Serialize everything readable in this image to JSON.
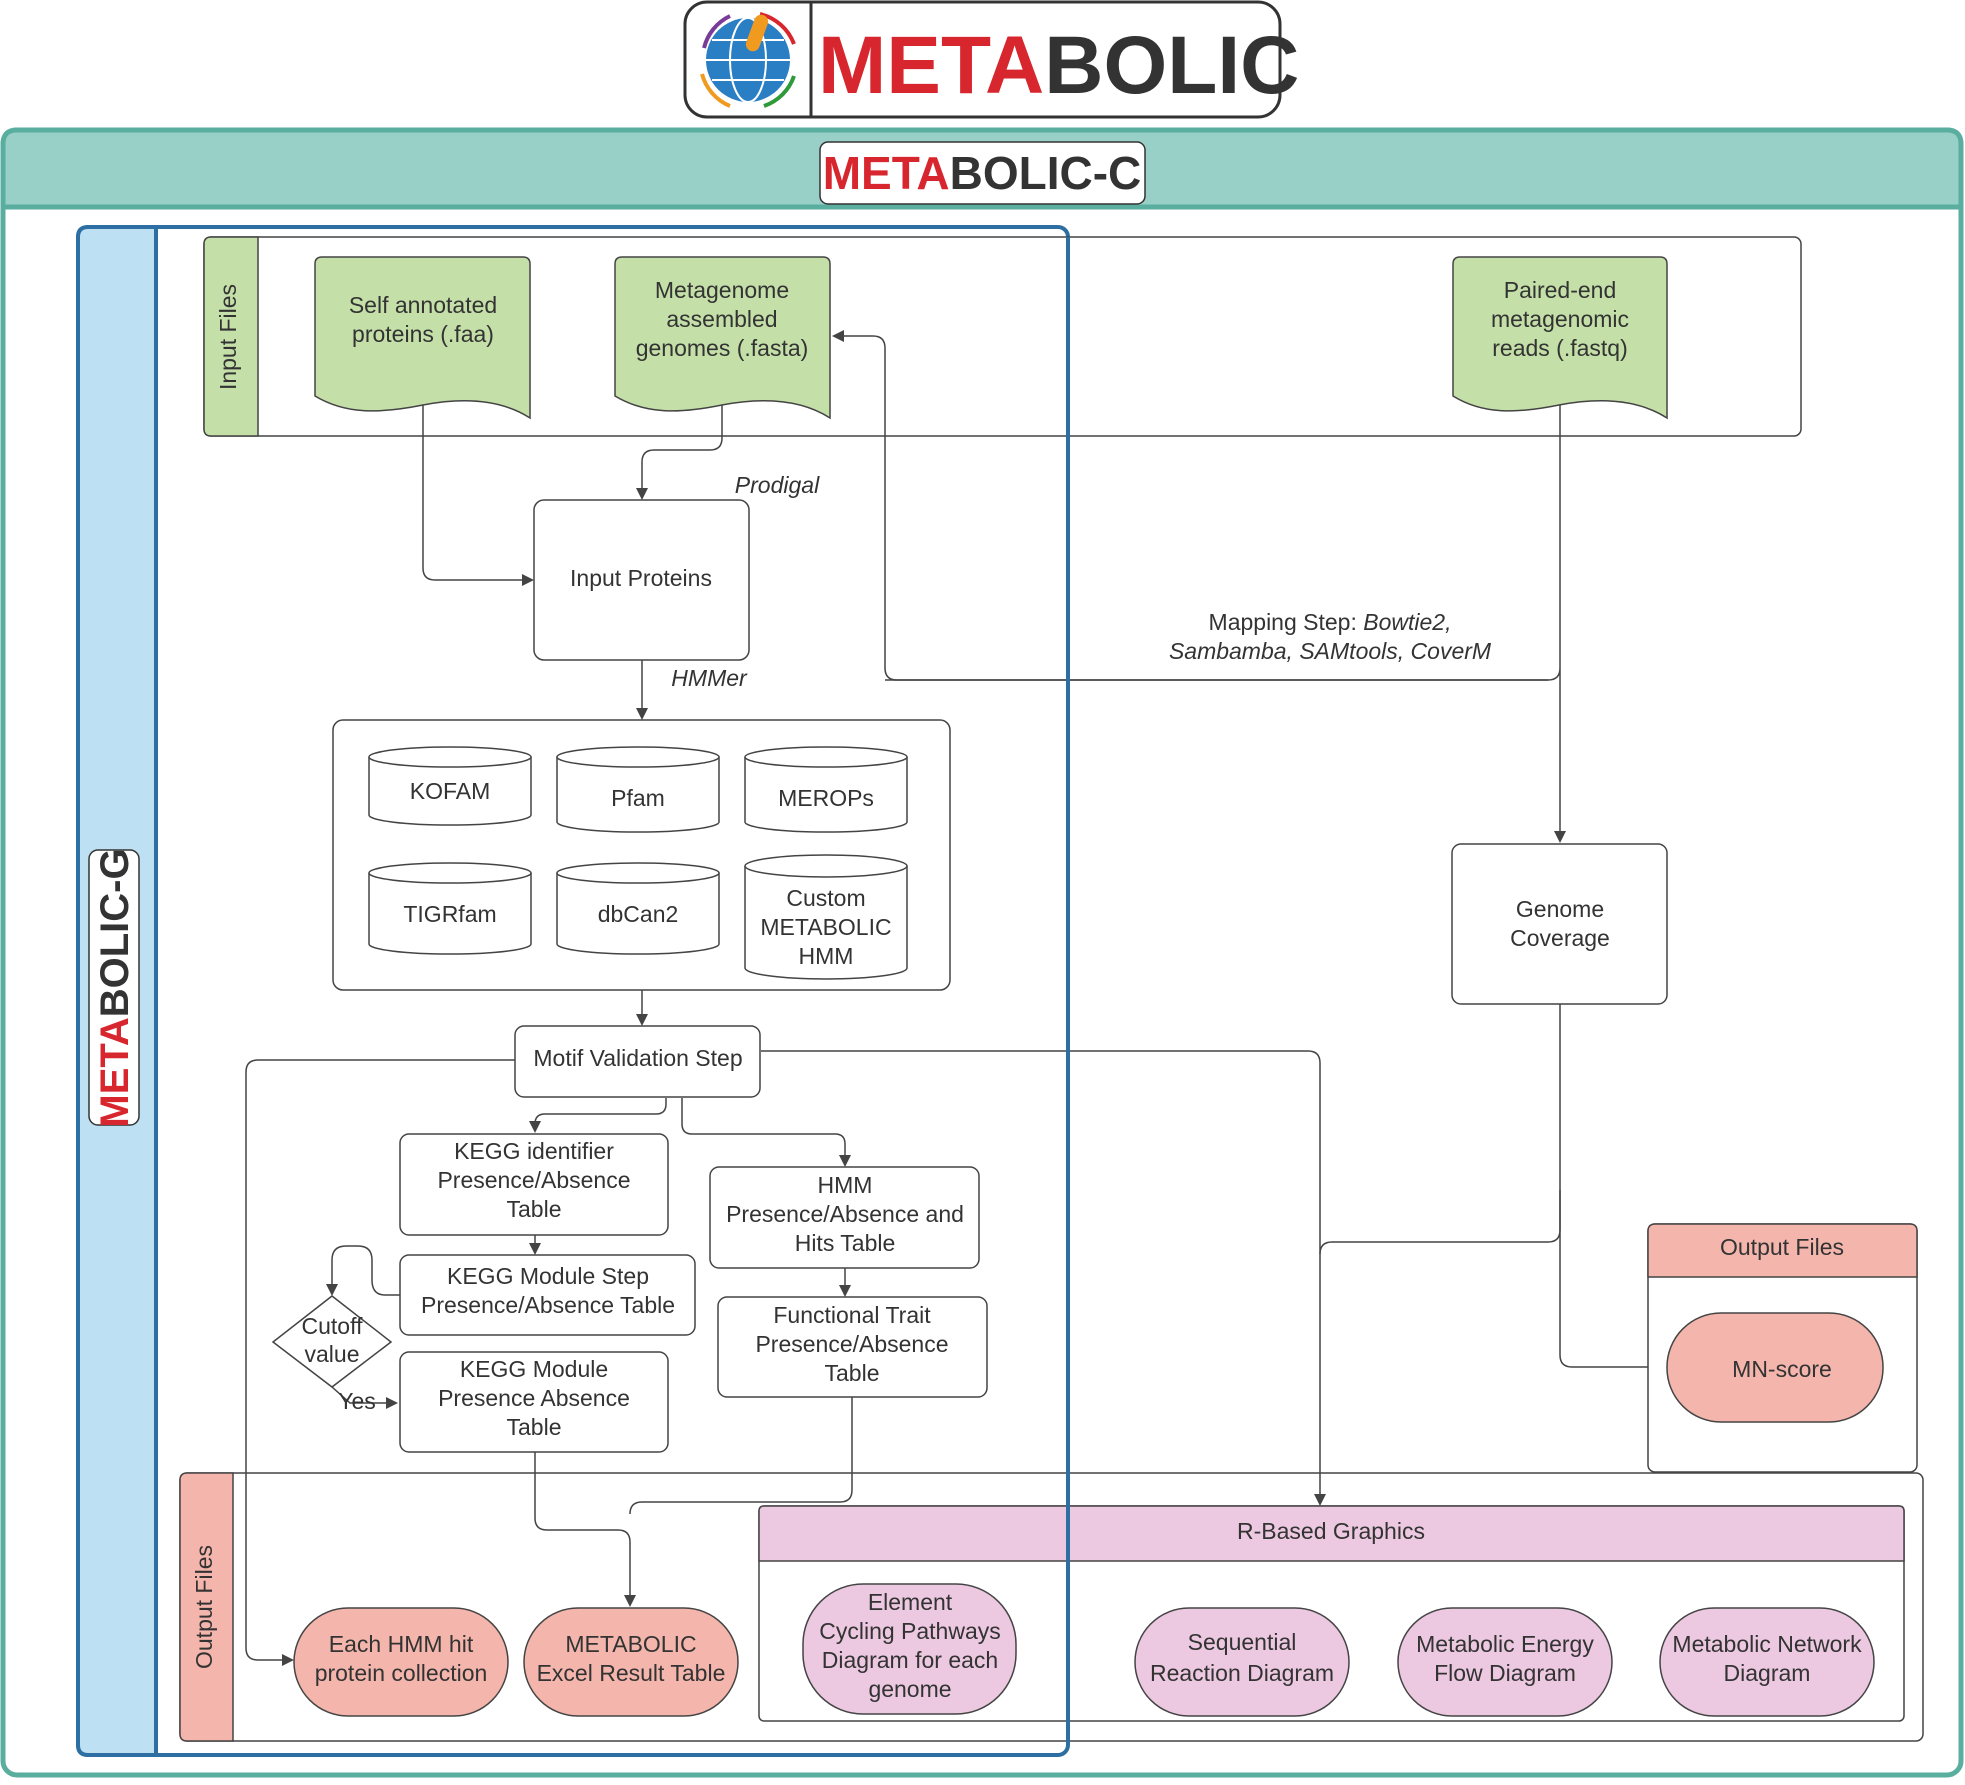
{
  "header": {
    "logo_meta": "META",
    "logo_bolic": "BOLIC",
    "subtitle_meta": "META",
    "subtitle_rest": "BOLIC-C",
    "side_meta": "META",
    "side_rest": "BOLIC-G"
  },
  "input_files": {
    "label": "Input Files",
    "faa": [
      "Self annotated",
      "proteins (.faa)"
    ],
    "fasta": [
      "Metagenome",
      "assembled",
      "genomes (.fasta)"
    ],
    "fastq": [
      "Paired-end",
      "metagenomic",
      "reads (.fastq)"
    ]
  },
  "tools": {
    "prodigal": "Prodigal",
    "hmmer": "HMMer",
    "mapping_prefix": "Mapping Step: ",
    "mapping_tool_1": "Bowtie2,",
    "mapping_line_2": "Sambamba, SAMtools, CoverM"
  },
  "nodes": {
    "input_proteins": "Input Proteins",
    "motif": "Motif Validation Step",
    "genome_coverage": [
      "Genome",
      "Coverage"
    ],
    "kegg_identifier": [
      "KEGG identifier",
      "Presence/Absence",
      "Table"
    ],
    "kegg_module_step": [
      "KEGG Module Step",
      "Presence/Absence Table"
    ],
    "cutoff": [
      "Cutoff",
      "value"
    ],
    "yes": "Yes",
    "kegg_module": [
      "KEGG Module",
      "Presence Absence",
      "Table"
    ],
    "hmm_table": [
      "HMM",
      "Presence/Absence and",
      "Hits Table"
    ],
    "functional_trait": [
      "Functional Trait",
      "Presence/Absence",
      "Table"
    ]
  },
  "databases": {
    "kofam": "KOFAM",
    "pfam": "Pfam",
    "merops": "MEROPs",
    "tigrfam": "TIGRfam",
    "dbcan2": "dbCan2",
    "custom": [
      "Custom",
      "METABOLIC",
      "HMM"
    ]
  },
  "outputs": {
    "label_left": "Output Files",
    "label_right": "Output Files",
    "mn_score": "MN-score",
    "hmm_collection": [
      "Each HMM hit",
      "protein collection"
    ],
    "excel": [
      "METABOLIC",
      "Excel Result Table"
    ],
    "r_graphics": "R-Based Graphics",
    "element_cycling": [
      "Element",
      "Cycling Pathways",
      "Diagram for each",
      "genome"
    ],
    "sequential": [
      "Sequential",
      "Reaction Diagram"
    ],
    "energy_flow": [
      "Metabolic Energy",
      "Flow Diagram"
    ],
    "network": [
      "Metabolic Network",
      "Diagram"
    ]
  },
  "colors": {
    "meta_red": "#d7262e",
    "bolic_dark": "#333333",
    "teal_band": "#98cfc6",
    "teal_border": "#5aae9f",
    "blue_band": "#bde0f2",
    "blue_border": "#2d6fa3",
    "input_green": "#c4e0a8",
    "output_salmon": "#f4b6ac",
    "graphics_pink": "#ecc9e1"
  }
}
